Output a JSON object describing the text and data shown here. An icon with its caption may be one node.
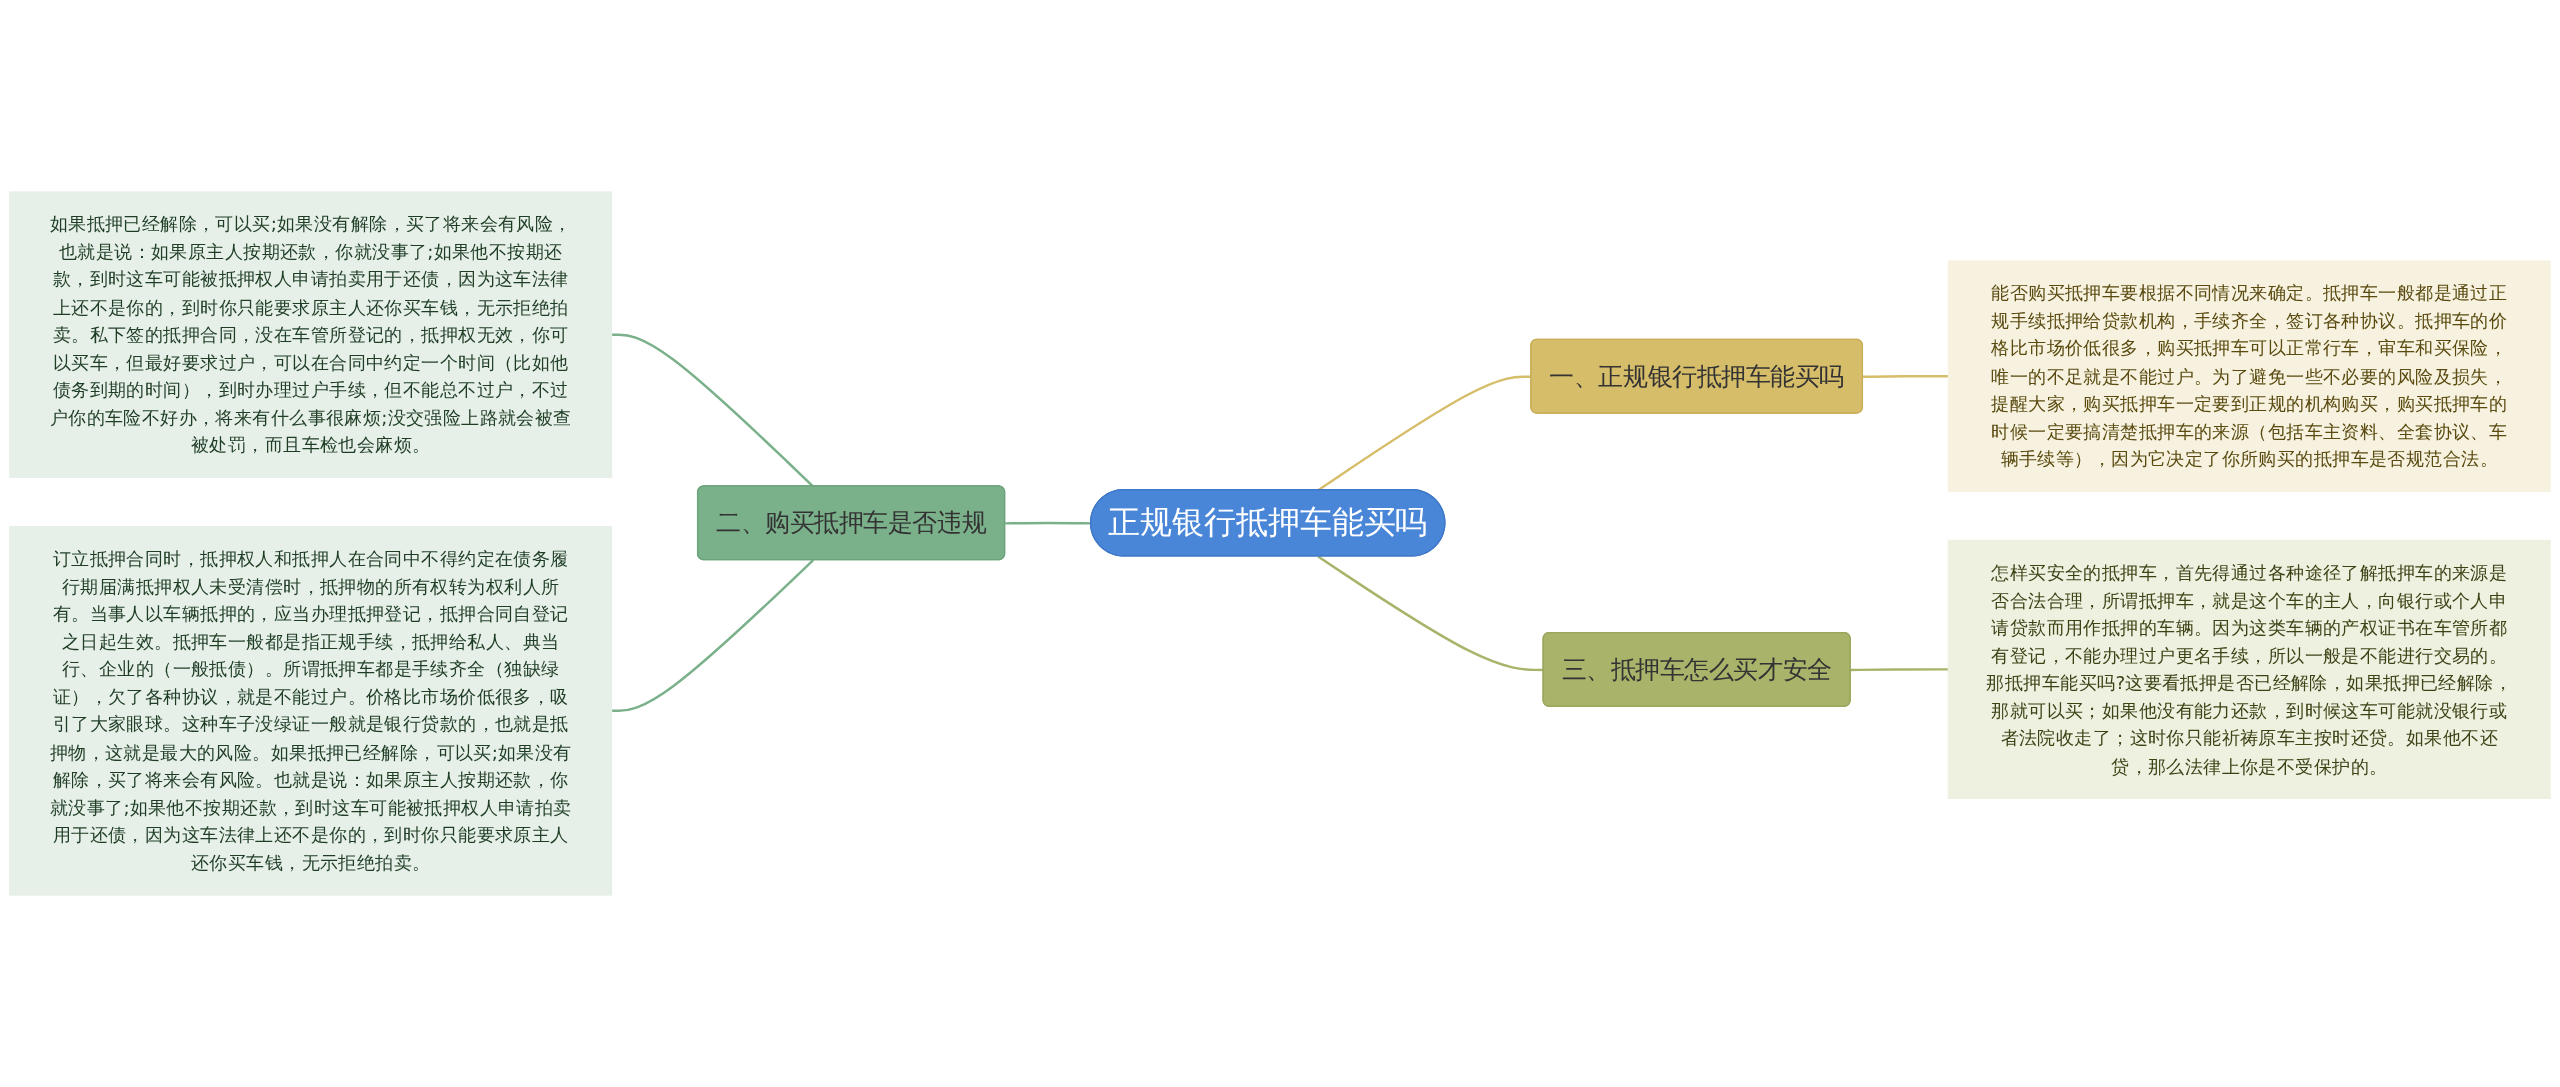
{
  "diagram": {
    "nodes": [
      {
        "text": [
          "正规银行抵押车能买吗"
        ]
      },
      {
        "text": [
          "一、正规银行抵押车能买吗"
        ]
      },
      {
        "text": [
          "能否购买抵押车要根据不同情况来确定。抵押车一般都是通过正规手续抵押给贷款机构，手续齐全，签订各种协议。抵押车的价格比市场价低很多，购买抵押车可以正常行车，审车和买保险，唯一的不足就是不能过户。为了避免一些不必要的风险及损失，提醒大家，购买抵押车一定要到正规的机构购买，购买抵押车的时候一定要搞清楚抵押车的来源（包括车主资料、全套协议、车辆手续等），因为它决定了你所购买的抵押车是否规范合法。"
        ]
      },
      {
        "text": [
          "二、购买抵押车是否违规"
        ]
      },
      {
        "text": [
          "如果抵押已经解除，可以买;如果没有解除，买了将来会有风险，也就是说：如果原主人按期还款，你就没事了;如果他不按期还款，到时这车可能被抵押权人申请拍卖用于还债，因为这车法律上还不是你的，到时你只能要求原主人还你买车钱，无示拒绝拍卖。私下签的抵押合同，没在车管所登记的，抵押权无效，你可以买车，但最好要求过户，可以在合同中约定一个时间（比如他债务到期的时间），到时办理过户手续，但不能总不过户，不过户你的车险不好办，将来有什么事很麻烦;没交强险上路就会被查被处罚，而且车检也会麻烦。"
        ]
      },
      {
        "text": [
          "订立抵押合同时，抵押权人和抵押人在合同中不得约定在债务履行期届满抵押权人未受清偿时，抵押物的所有权转为权利人所有。当事人以车辆抵押的，应当办理抵押登记，抵押合同自登记之日起生效。抵押车一般都是指正规手续，抵押给私人、典当行、企业的（一般抵债）。所谓抵押车都是手续齐全（独缺绿证），欠了各种协议，就是不能过户。价格比市场价低很多，吸引了大家眼球。这种车子没绿证一般就是银行贷款的，也就是抵押物，这就是最大的风险。如果抵押已经解除，可以买;如果没有解除，买了将来会有风险。也就是说：如果原主人按期还款，你就没事了;如果他不按期还款，到时这车可能被抵押权人申请拍卖用于还债，因为这车法律上还不是你的，到时你只能要求原主人还你买车钱，无示拒绝拍卖。"
        ]
      },
      {
        "text": [
          "三、抵押车怎么买才安全"
        ]
      },
      {
        "text": [
          "怎样买安全的抵押车，首先得通过各种途径了解抵押车的来源是否合法合理，所谓抵押车，就是这个车的主人，向银行或个人申请贷款而用作抵押的车辆。因为这类车辆的产权证书在车管所都有登记，不能办理过户更名手续，所以一般是不能进行交易的。那抵押车能买吗?这要看抵押是否已经解除，如果抵押已经解除，那就可以买；如果他没有能力还款，到时候这车可能就没银行或者法院收走了；这时你只能祈祷原车主按时还贷。如果他不还贷，那么法律上你是不受保护的。"
        ]
      }
    ],
    "edges": [
      {
        "from": 0,
        "to": 1,
        "arrow": "none",
        "color": "#d6bd6a"
      },
      {
        "from": 1,
        "to": 2,
        "arrow": "none",
        "color": "#d6bd6a"
      },
      {
        "from": 3,
        "to": 0,
        "arrow": "none"
      },
      {
        "from": 4,
        "to": 3,
        "arrow": "none"
      },
      {
        "from": 5,
        "to": 3,
        "arrow": "none"
      },
      {
        "from": 0,
        "to": 6,
        "arrow": "none",
        "color": "#a9b46a"
      },
      {
        "from": 6,
        "to": 7,
        "arrow": "none",
        "color": "#a9b46a"
      }
    ]
  }
}
